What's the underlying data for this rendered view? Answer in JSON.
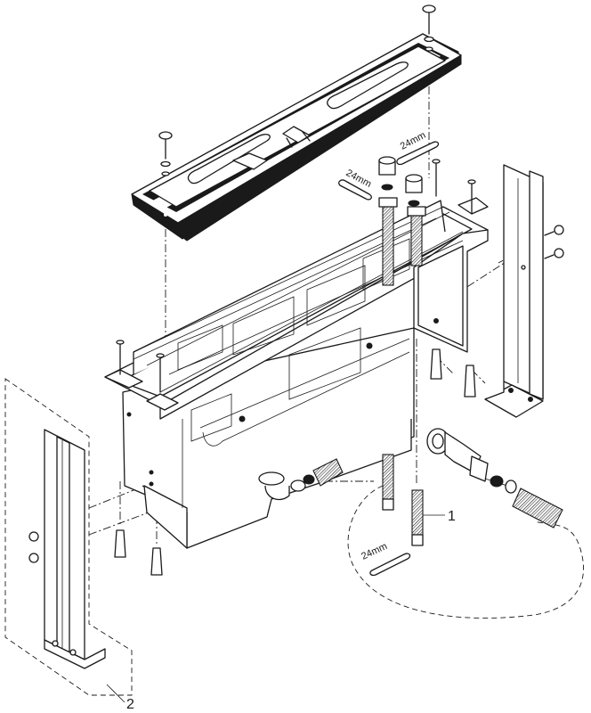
{
  "labels": {
    "callout_1": "1",
    "callout_2": "2",
    "wrench_top": "24mm",
    "wrench_left": "24mm",
    "wrench_bottom": "24mm"
  }
}
